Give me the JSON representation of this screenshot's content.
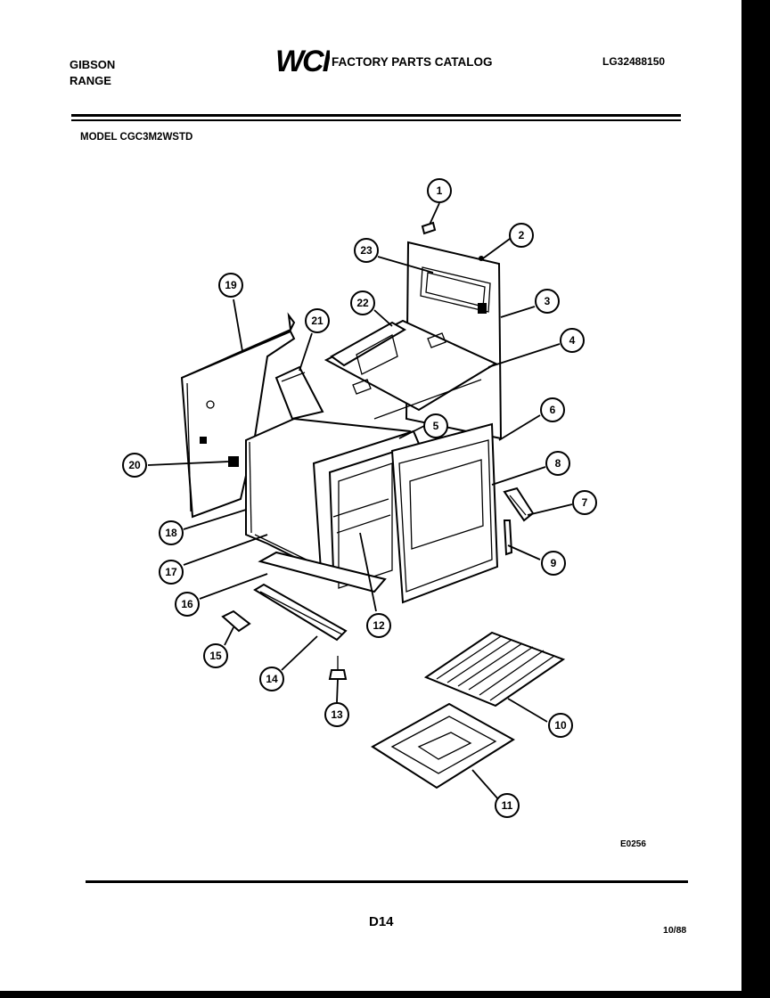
{
  "header": {
    "brand_line1": "GIBSON",
    "brand_line2": "RANGE",
    "logo_text": "WCI",
    "catalog_title": "FACTORY PARTS CATALOG",
    "catalog_number": "LG32488150",
    "model": "MODEL CGC3M2WSTD"
  },
  "footer": {
    "drawing_code": "E0256",
    "page": "D14",
    "date": "10/88"
  },
  "callouts": [
    "1",
    "2",
    "3",
    "4",
    "5",
    "6",
    "7",
    "8",
    "9",
    "10",
    "11",
    "12",
    "13",
    "14",
    "15",
    "16",
    "17",
    "18",
    "19",
    "20",
    "21",
    "22",
    "23"
  ]
}
